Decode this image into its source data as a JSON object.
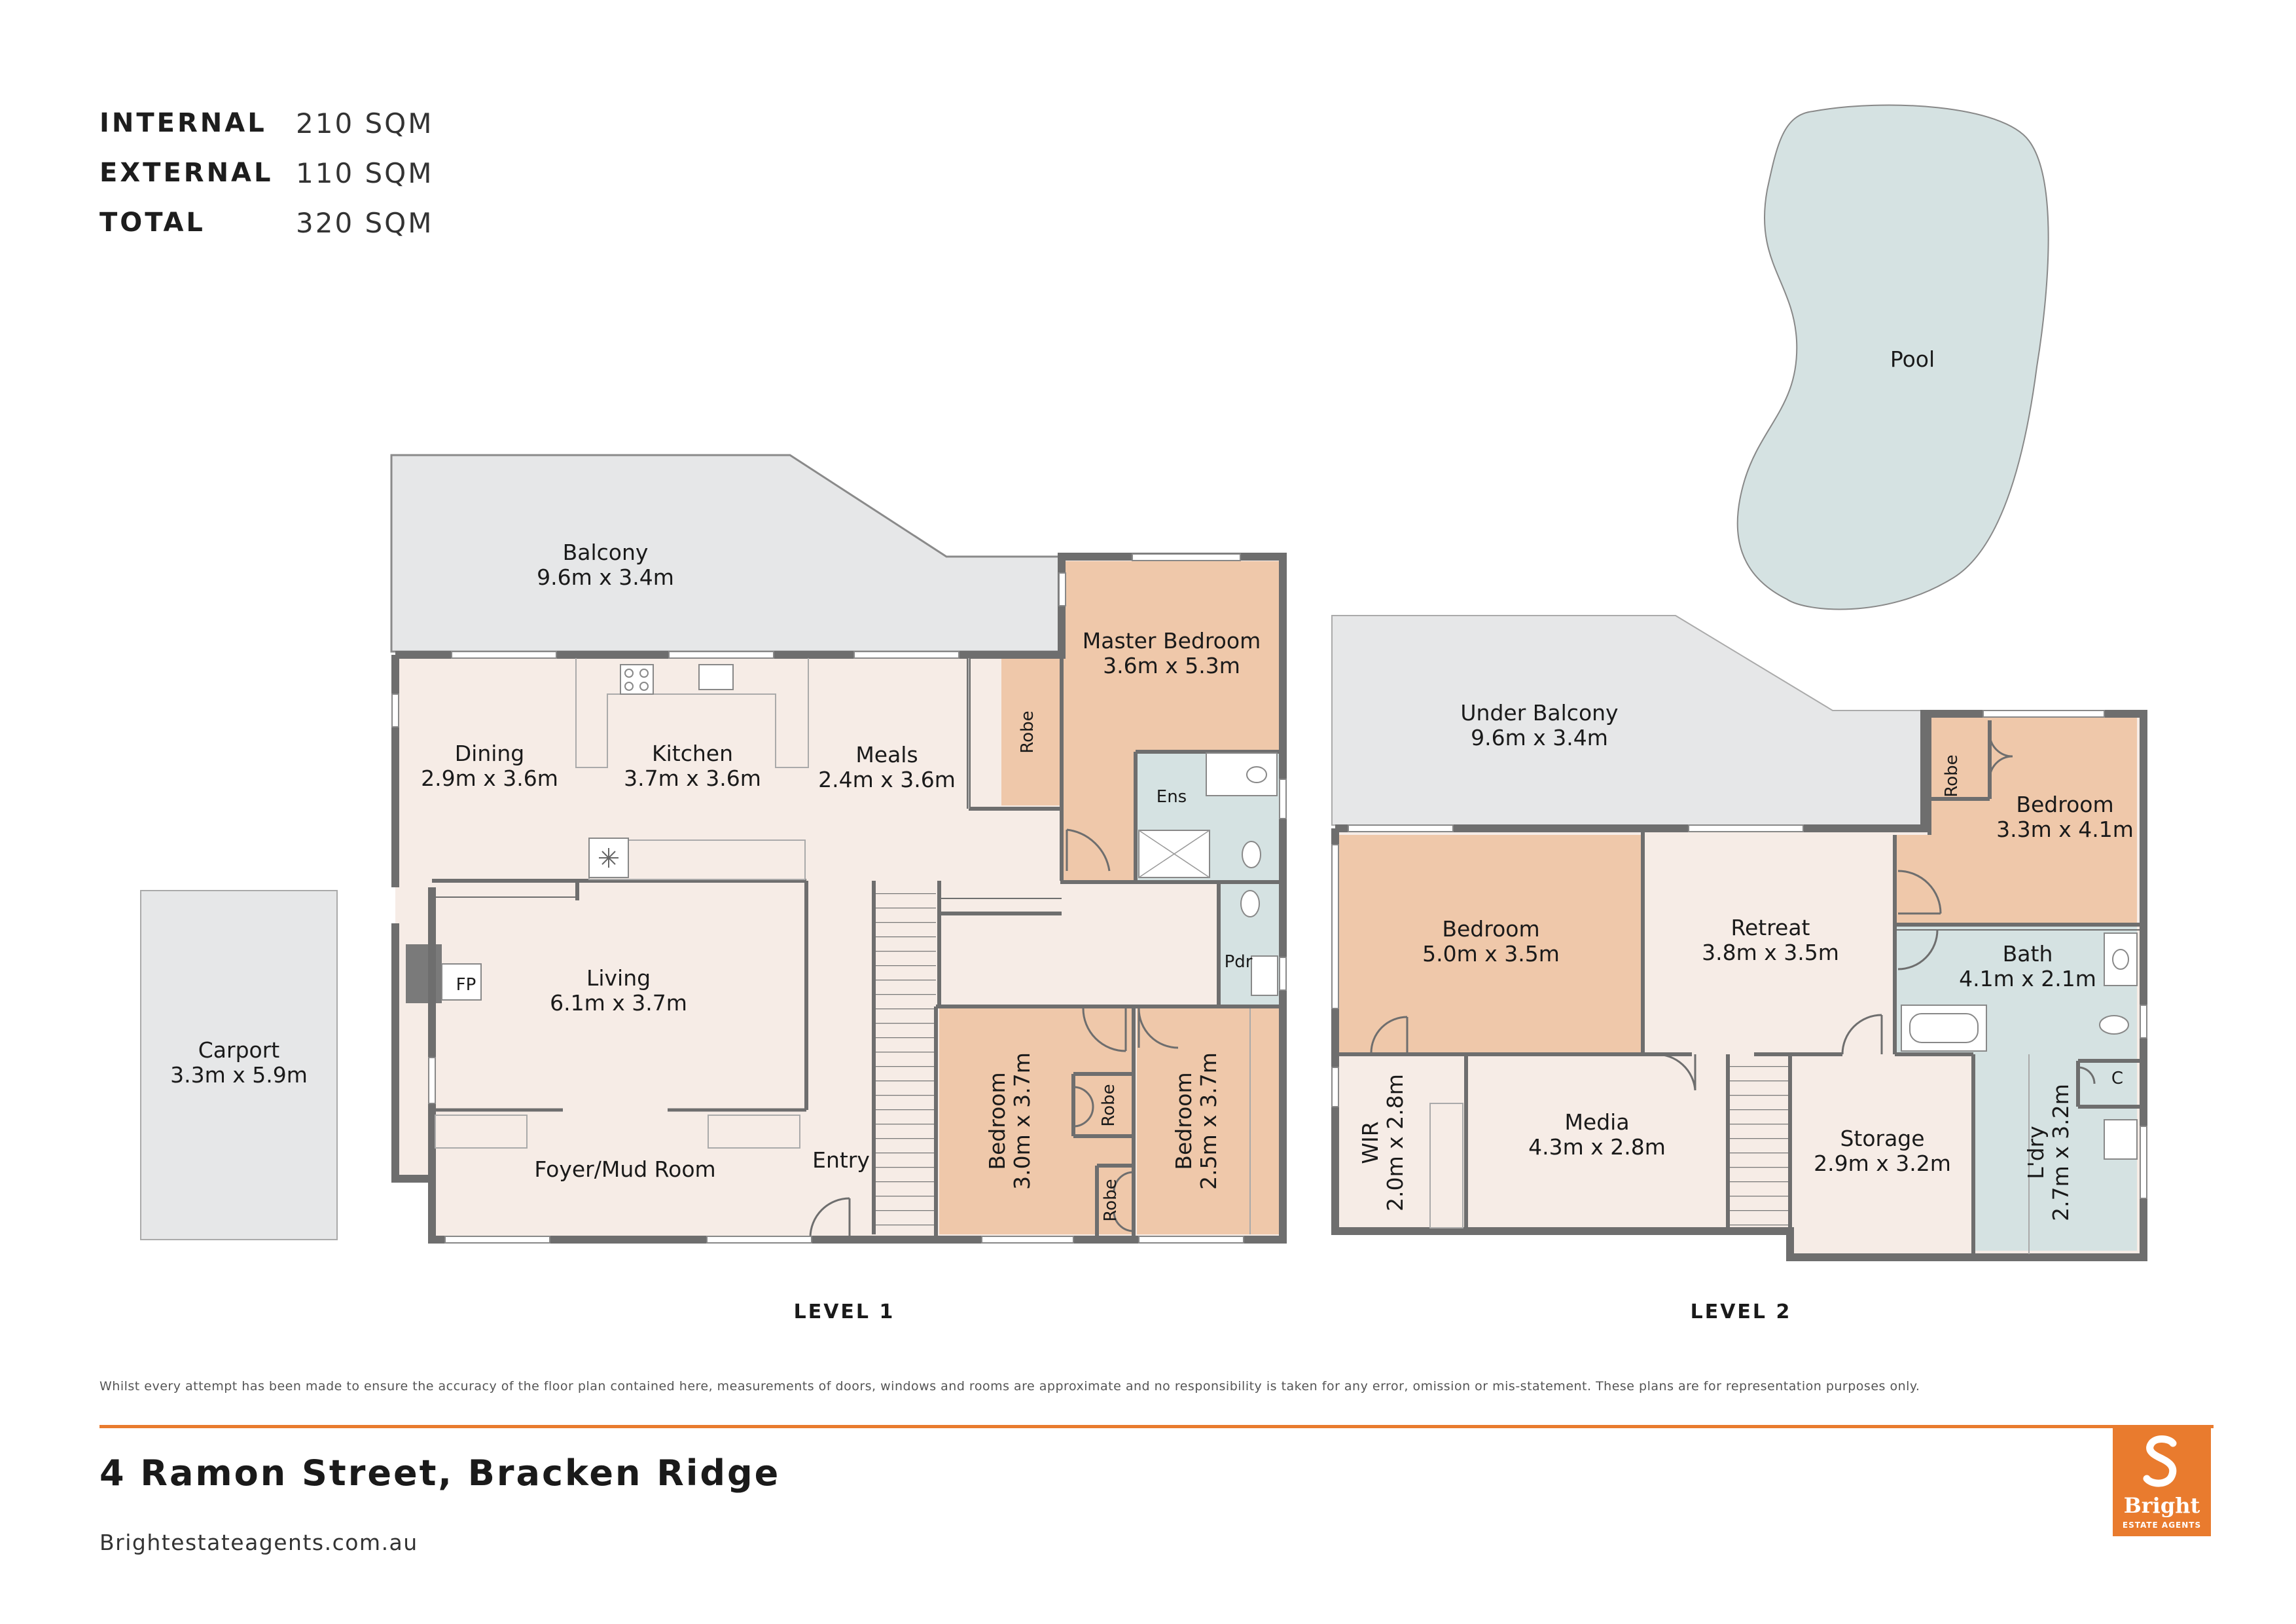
{
  "summary": {
    "internal_label": "INTERNAL",
    "internal_value": "210 SQM",
    "external_label": "EXTERNAL",
    "external_value": "110 SQM",
    "total_label": "TOTAL",
    "total_value": "320 SQM"
  },
  "level1": {
    "label": "LEVEL 1",
    "rooms": {
      "balcony": {
        "name": "Balcony",
        "dims": "9.6m x 3.4m"
      },
      "master_bedroom": {
        "name": "Master Bedroom",
        "dims": "3.6m x 5.3m"
      },
      "robe_master": {
        "name": "Robe"
      },
      "dining": {
        "name": "Dining",
        "dims": "2.9m x 3.6m"
      },
      "kitchen": {
        "name": "Kitchen",
        "dims": "3.7m x 3.6m"
      },
      "meals": {
        "name": "Meals",
        "dims": "2.4m x 3.6m"
      },
      "ensuite": {
        "name": "Ens"
      },
      "powder": {
        "name": "Pdr"
      },
      "living": {
        "name": "Living",
        "dims": "6.1m x 3.7m"
      },
      "fireplace": {
        "name": "FP"
      },
      "foyer": {
        "name": "Foyer/Mud Room"
      },
      "entry": {
        "name": "Entry"
      },
      "bedroom_a": {
        "name": "Bedroom",
        "dims": "3.0m x 3.7m"
      },
      "bedroom_b": {
        "name": "Bedroom",
        "dims": "2.5m x 3.7m"
      },
      "robe_a": {
        "name": "Robe"
      },
      "robe_b": {
        "name": "Robe"
      },
      "carport": {
        "name": "Carport",
        "dims": "3.3m x 5.9m"
      }
    }
  },
  "level2": {
    "label": "LEVEL 2",
    "rooms": {
      "pool": {
        "name": "Pool"
      },
      "under_balcony": {
        "name": "Under Balcony",
        "dims": "9.6m x 3.4m"
      },
      "bedroom_upper": {
        "name": "Bedroom",
        "dims": "3.3m x 4.1m"
      },
      "robe": {
        "name": "Robe"
      },
      "bedroom_large": {
        "name": "Bedroom",
        "dims": "5.0m x 3.5m"
      },
      "retreat": {
        "name": "Retreat",
        "dims": "3.8m x 3.5m"
      },
      "bath": {
        "name": "Bath",
        "dims": "4.1m x 2.1m"
      },
      "wir": {
        "name": "WIR",
        "dims": "2.0m x 2.8m"
      },
      "media": {
        "name": "Media",
        "dims": "4.3m x 2.8m"
      },
      "storage": {
        "name": "Storage",
        "dims": "2.9m x 3.2m"
      },
      "laundry": {
        "name": "L'dry",
        "dims": "2.7m x 3.2m"
      },
      "cupboard": {
        "name": "C"
      }
    }
  },
  "footer": {
    "disclaimer": "Whilst every attempt has been made to ensure the accuracy of the floor plan contained here, measurements of doors, windows and rooms are approximate and no responsibility is taken for any error, omission or mis-statement. These plans are for representation purposes only.",
    "address": "4 Ramon Street, Bracken Ridge",
    "website": "Brightestateagents.com.au",
    "logo_name": "Bright",
    "logo_tagline": "ESTATE AGENTS"
  },
  "colors": {
    "accent": "#e97b2e",
    "wall": "#6e6e6e",
    "living_fill": "#f6ece6",
    "bedroom_fill": "#efc8aa",
    "wet_fill": "#d5e2e2",
    "outdoor_fill": "#e6e7e8",
    "pool_fill": "#d5e2e2"
  }
}
